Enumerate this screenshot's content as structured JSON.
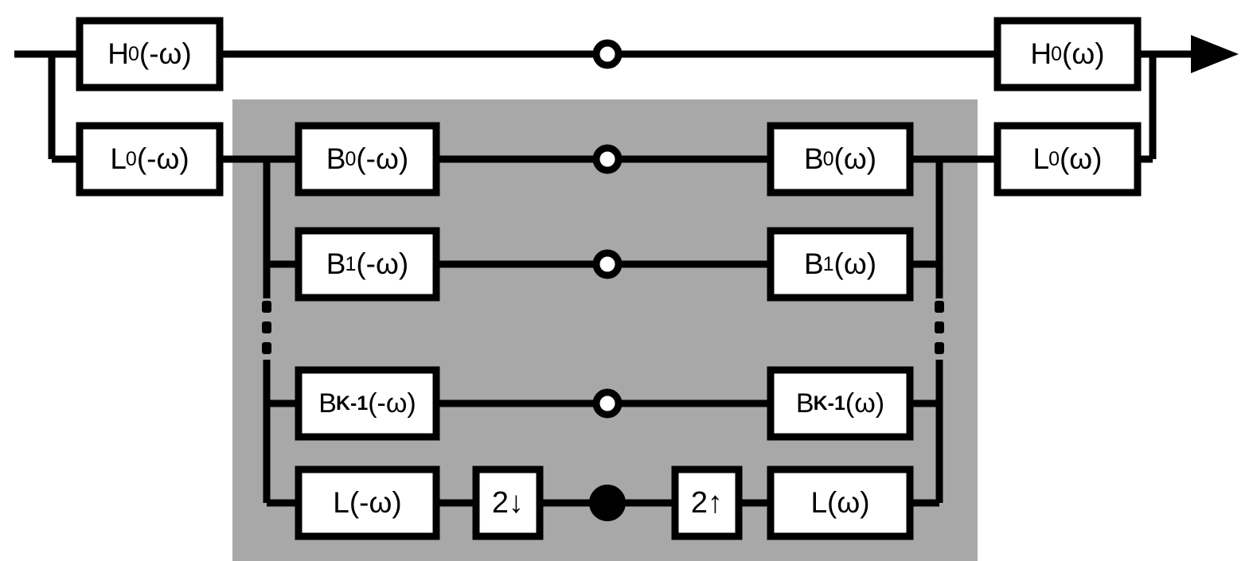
{
  "diagram": {
    "title": "Analysis-synthesis filter bank block diagram",
    "background_color": "#ffffff",
    "panel_color": "#a8a8a8",
    "line_color": "#000000",
    "block_fill": "#ffffff"
  },
  "blocks": {
    "h0_analysis": {
      "label_main": "H",
      "label_sub": "0",
      "label_arg": "(-ω)",
      "name": "H0(-ω)"
    },
    "l0_analysis": {
      "label_main": "L",
      "label_sub": "0",
      "label_arg": "(-ω)",
      "name": "L0(-ω)"
    },
    "h0_synthesis": {
      "label_main": "H",
      "label_sub": "0",
      "label_arg": "(ω)",
      "name": "H0(ω)"
    },
    "l0_synthesis": {
      "label_main": "L",
      "label_sub": "0",
      "label_arg": "(ω)",
      "name": "L0(ω)"
    },
    "b0_analysis": {
      "label_main": "B",
      "label_sub": "0",
      "label_arg": "(-ω)",
      "name": "B0(-ω)"
    },
    "b1_analysis": {
      "label_main": "B",
      "label_sub": "1",
      "label_arg": "(-ω)",
      "name": "B1(-ω)"
    },
    "bk1_analysis": {
      "label_main": "B",
      "label_sub": "K-1",
      "label_arg": "(-ω)",
      "name": "BK-1(-ω)"
    },
    "l_analysis": {
      "label_main": "L",
      "label_sub": "",
      "label_arg": "(-ω)",
      "name": "L(-ω)"
    },
    "b0_synthesis": {
      "label_main": "B",
      "label_sub": "0",
      "label_arg": "(ω)",
      "name": "B0(ω)"
    },
    "b1_synthesis": {
      "label_main": "B",
      "label_sub": "1",
      "label_arg": "(ω)",
      "name": "B1(ω)"
    },
    "bk1_synthesis": {
      "label_main": "B",
      "label_sub": "K-1",
      "label_arg": "(ω)",
      "name": "BK-1(ω)"
    },
    "l_synthesis": {
      "label_main": "L",
      "label_sub": "",
      "label_arg": "(ω)",
      "name": "L(ω)"
    },
    "downsampler": {
      "label": "2↓",
      "name": "decimate-by-2"
    },
    "upsampler": {
      "label": "2↑",
      "name": "interpolate-by-2"
    }
  },
  "nodes": {
    "top_node": {
      "style": "open",
      "row": "h0"
    },
    "b0_node": {
      "style": "open",
      "row": "b0"
    },
    "b1_node": {
      "style": "open",
      "row": "b1"
    },
    "bk1_node": {
      "style": "open",
      "row": "bk1"
    },
    "lowpass_node": {
      "style": "filled",
      "row": "lowpass"
    }
  },
  "ellipses": {
    "left_bus": {
      "symbol": "vertical-dots",
      "count": 4
    },
    "right_bus": {
      "symbol": "vertical-dots",
      "count": 4
    }
  },
  "signals": {
    "input": {
      "label": ""
    },
    "output": {
      "label": ""
    }
  }
}
